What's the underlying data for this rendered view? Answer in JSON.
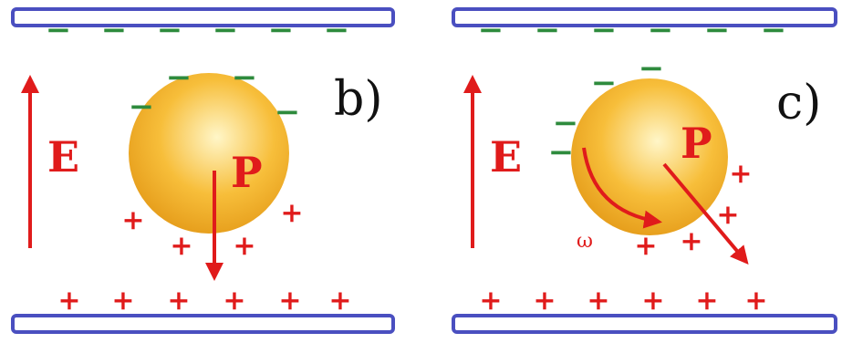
{
  "colors": {
    "plate_border": "#4a4fc0",
    "plate_fill": "#ffffff",
    "minus": "#2e8b3d",
    "plus": "#e01b1b",
    "arrow": "#e01b1b",
    "label": "#e01b1b",
    "panel_label": "#111111",
    "sphere_light": "#fff6c8",
    "sphere_mid": "#f7be3a",
    "sphere_dark": "#e49a18"
  },
  "panels": [
    {
      "id": "b",
      "label": "b)",
      "field_label": "E",
      "dipole_label": "P"
    },
    {
      "id": "c",
      "label": "c)",
      "field_label": "E",
      "dipole_label": "P",
      "rotation_label": "ω"
    }
  ],
  "symbols": {
    "minus": "−",
    "plus": "+"
  }
}
